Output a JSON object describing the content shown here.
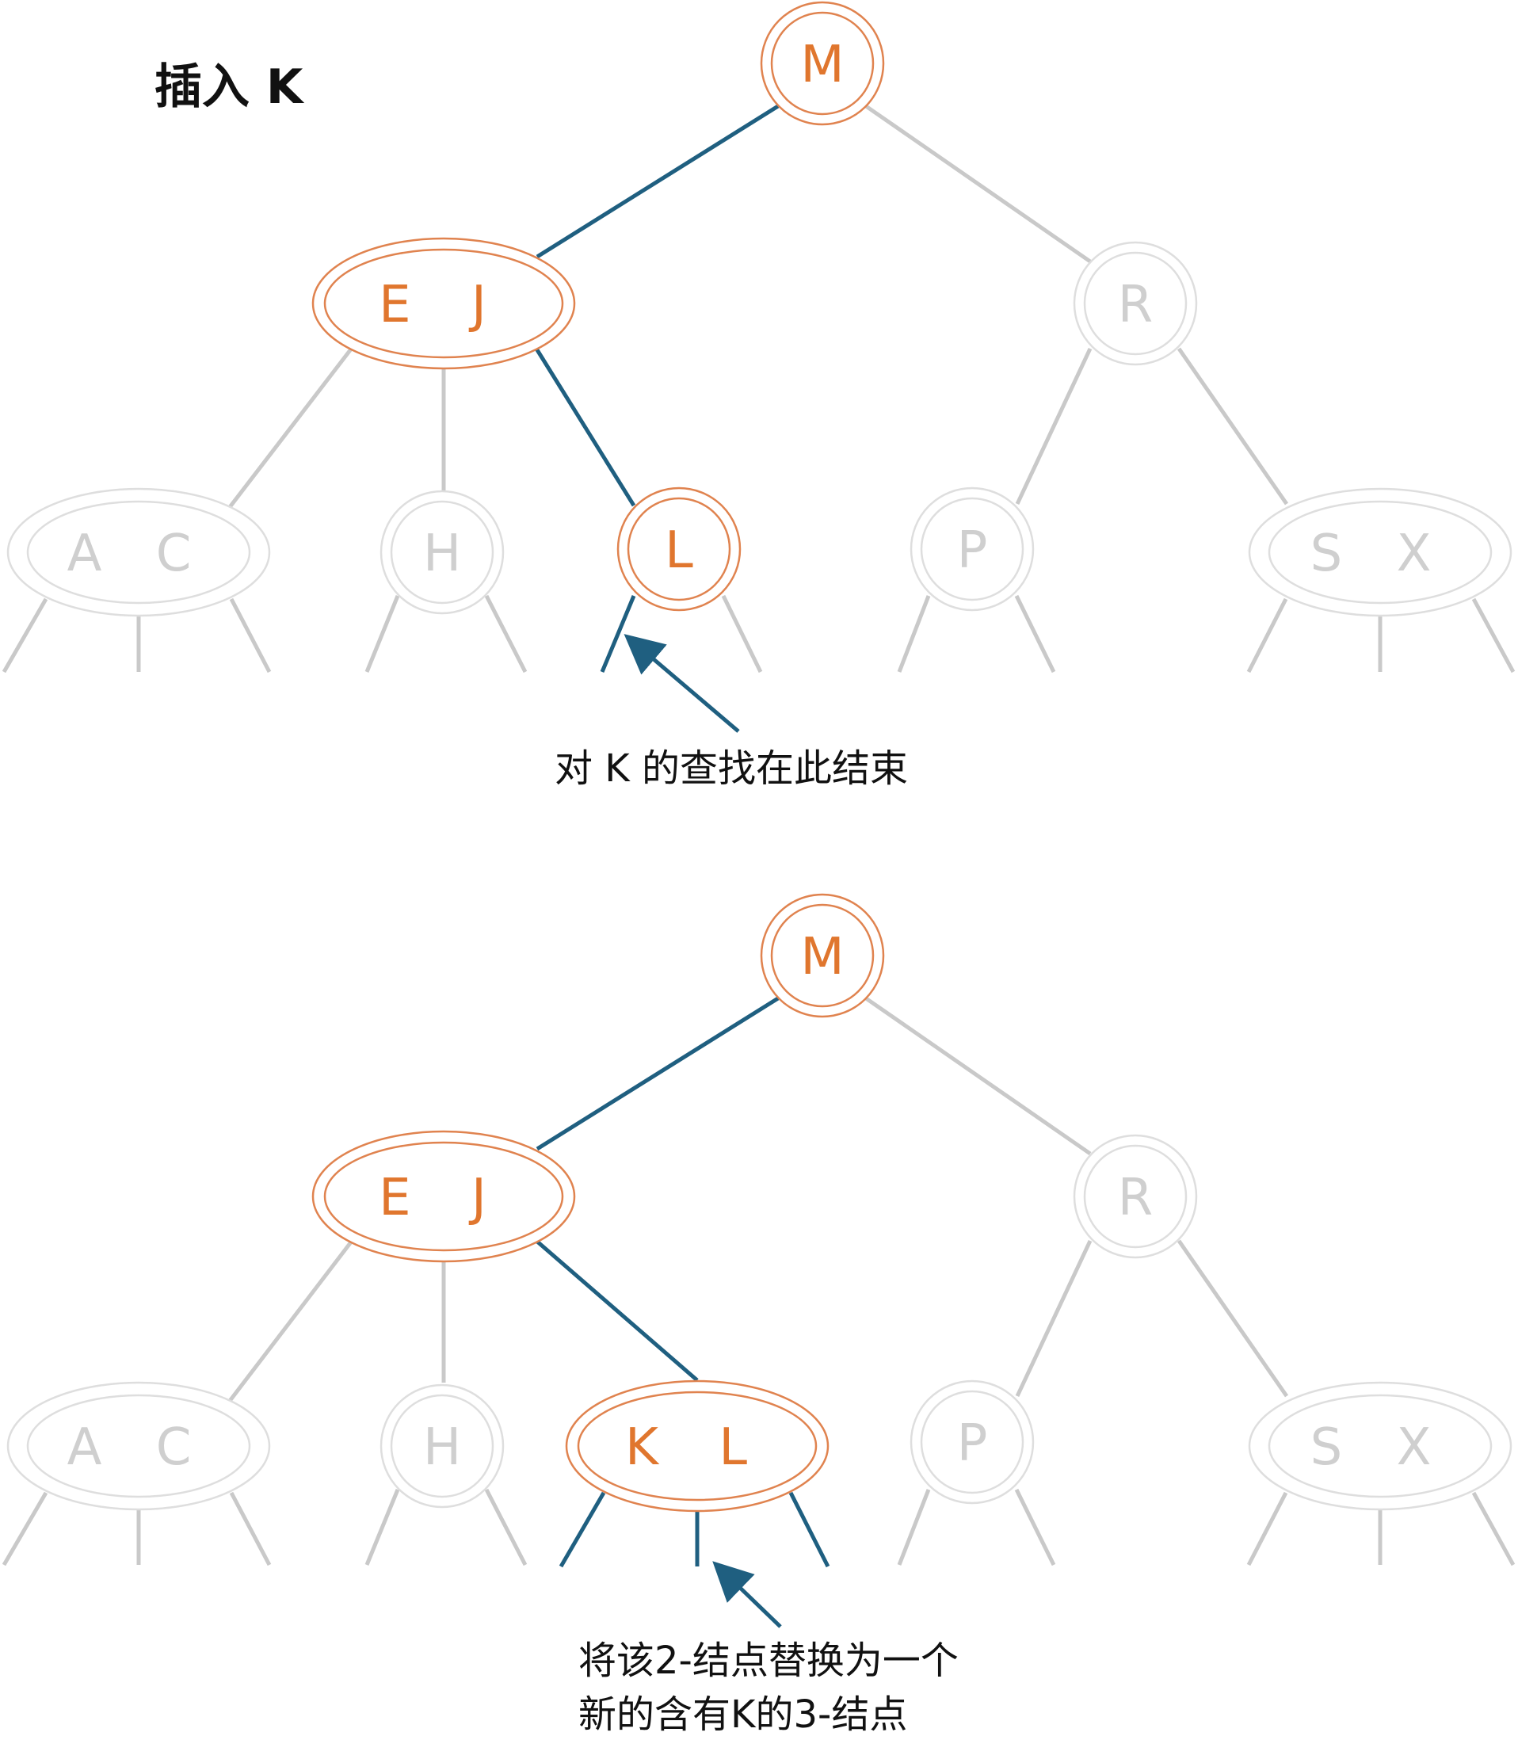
{
  "title": "插入 K",
  "panel1": {
    "nodes": {
      "root": "M",
      "left": "E J",
      "right": "R",
      "ll": "A C",
      "lm": "H",
      "lr": "L",
      "rl": "P",
      "rr": "S X"
    },
    "caption": "对 K 的查找在此结束"
  },
  "panel2": {
    "nodes": {
      "root": "M",
      "left": "E J",
      "right": "R",
      "ll": "A C",
      "lm": "H",
      "lr": "K L",
      "rl": "P",
      "rr": "S X"
    },
    "caption_line1": "将该2-结点替换为一个",
    "caption_line2": "新的含有K的3-结点"
  },
  "colors": {
    "highlight_node": "#e0762e",
    "highlight_edge": "#1f5f80",
    "inactive": "#c9c9c9"
  }
}
